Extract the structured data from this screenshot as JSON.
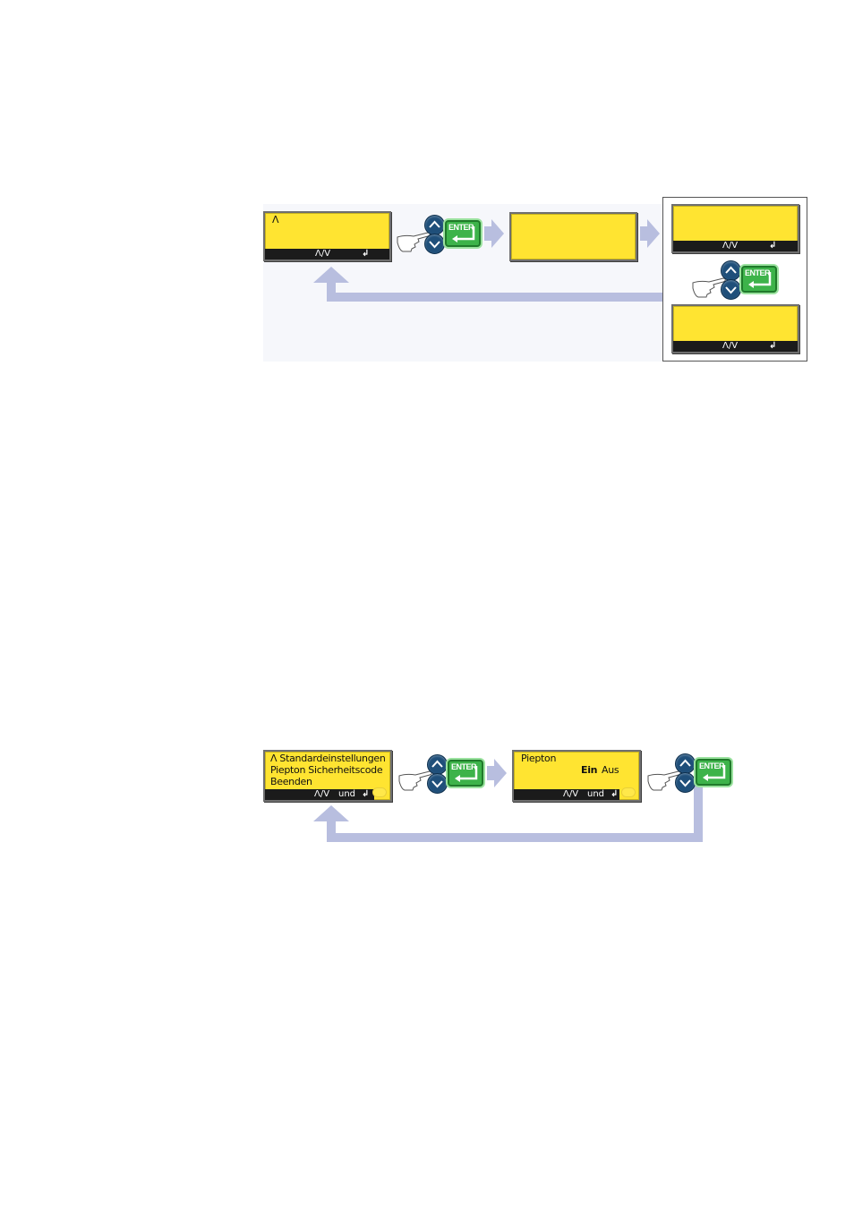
{
  "diagram1": {
    "display_a": {
      "line1": "Λ",
      "nav": "Λ/V",
      "enter_symbol": "↲"
    },
    "display_b": {},
    "display_c": {
      "nav": "Λ/V",
      "enter_symbol": "↲"
    },
    "display_d": {
      "nav": "Λ/V",
      "enter_symbol": "↲"
    },
    "keypad_1": {
      "enter_label": "ENTER"
    },
    "keypad_2": {
      "enter_label": "ENTER"
    }
  },
  "diagram2": {
    "display_menu": {
      "line1": "Λ Standardeinstellungen",
      "line2": "Piepton Sicherheitscode",
      "line3": "Beenden",
      "nav": "Λ/V",
      "und": "und",
      "enter_symbol": "↲"
    },
    "display_piepton": {
      "line1": "Piepton",
      "option_on": "Ein",
      "option_off": "Aus",
      "nav": "Λ/V",
      "und": "und",
      "enter_symbol": "↲"
    },
    "keypad_1": {
      "enter_label": "ENTER"
    },
    "keypad_2": {
      "enter_label": "ENTER"
    }
  },
  "colors": {
    "lcd_yellow": "#ffe431",
    "flow_arrow": "#b8bedf",
    "key_blue": "#1f4f7a",
    "enter_green": "#3db34a"
  }
}
